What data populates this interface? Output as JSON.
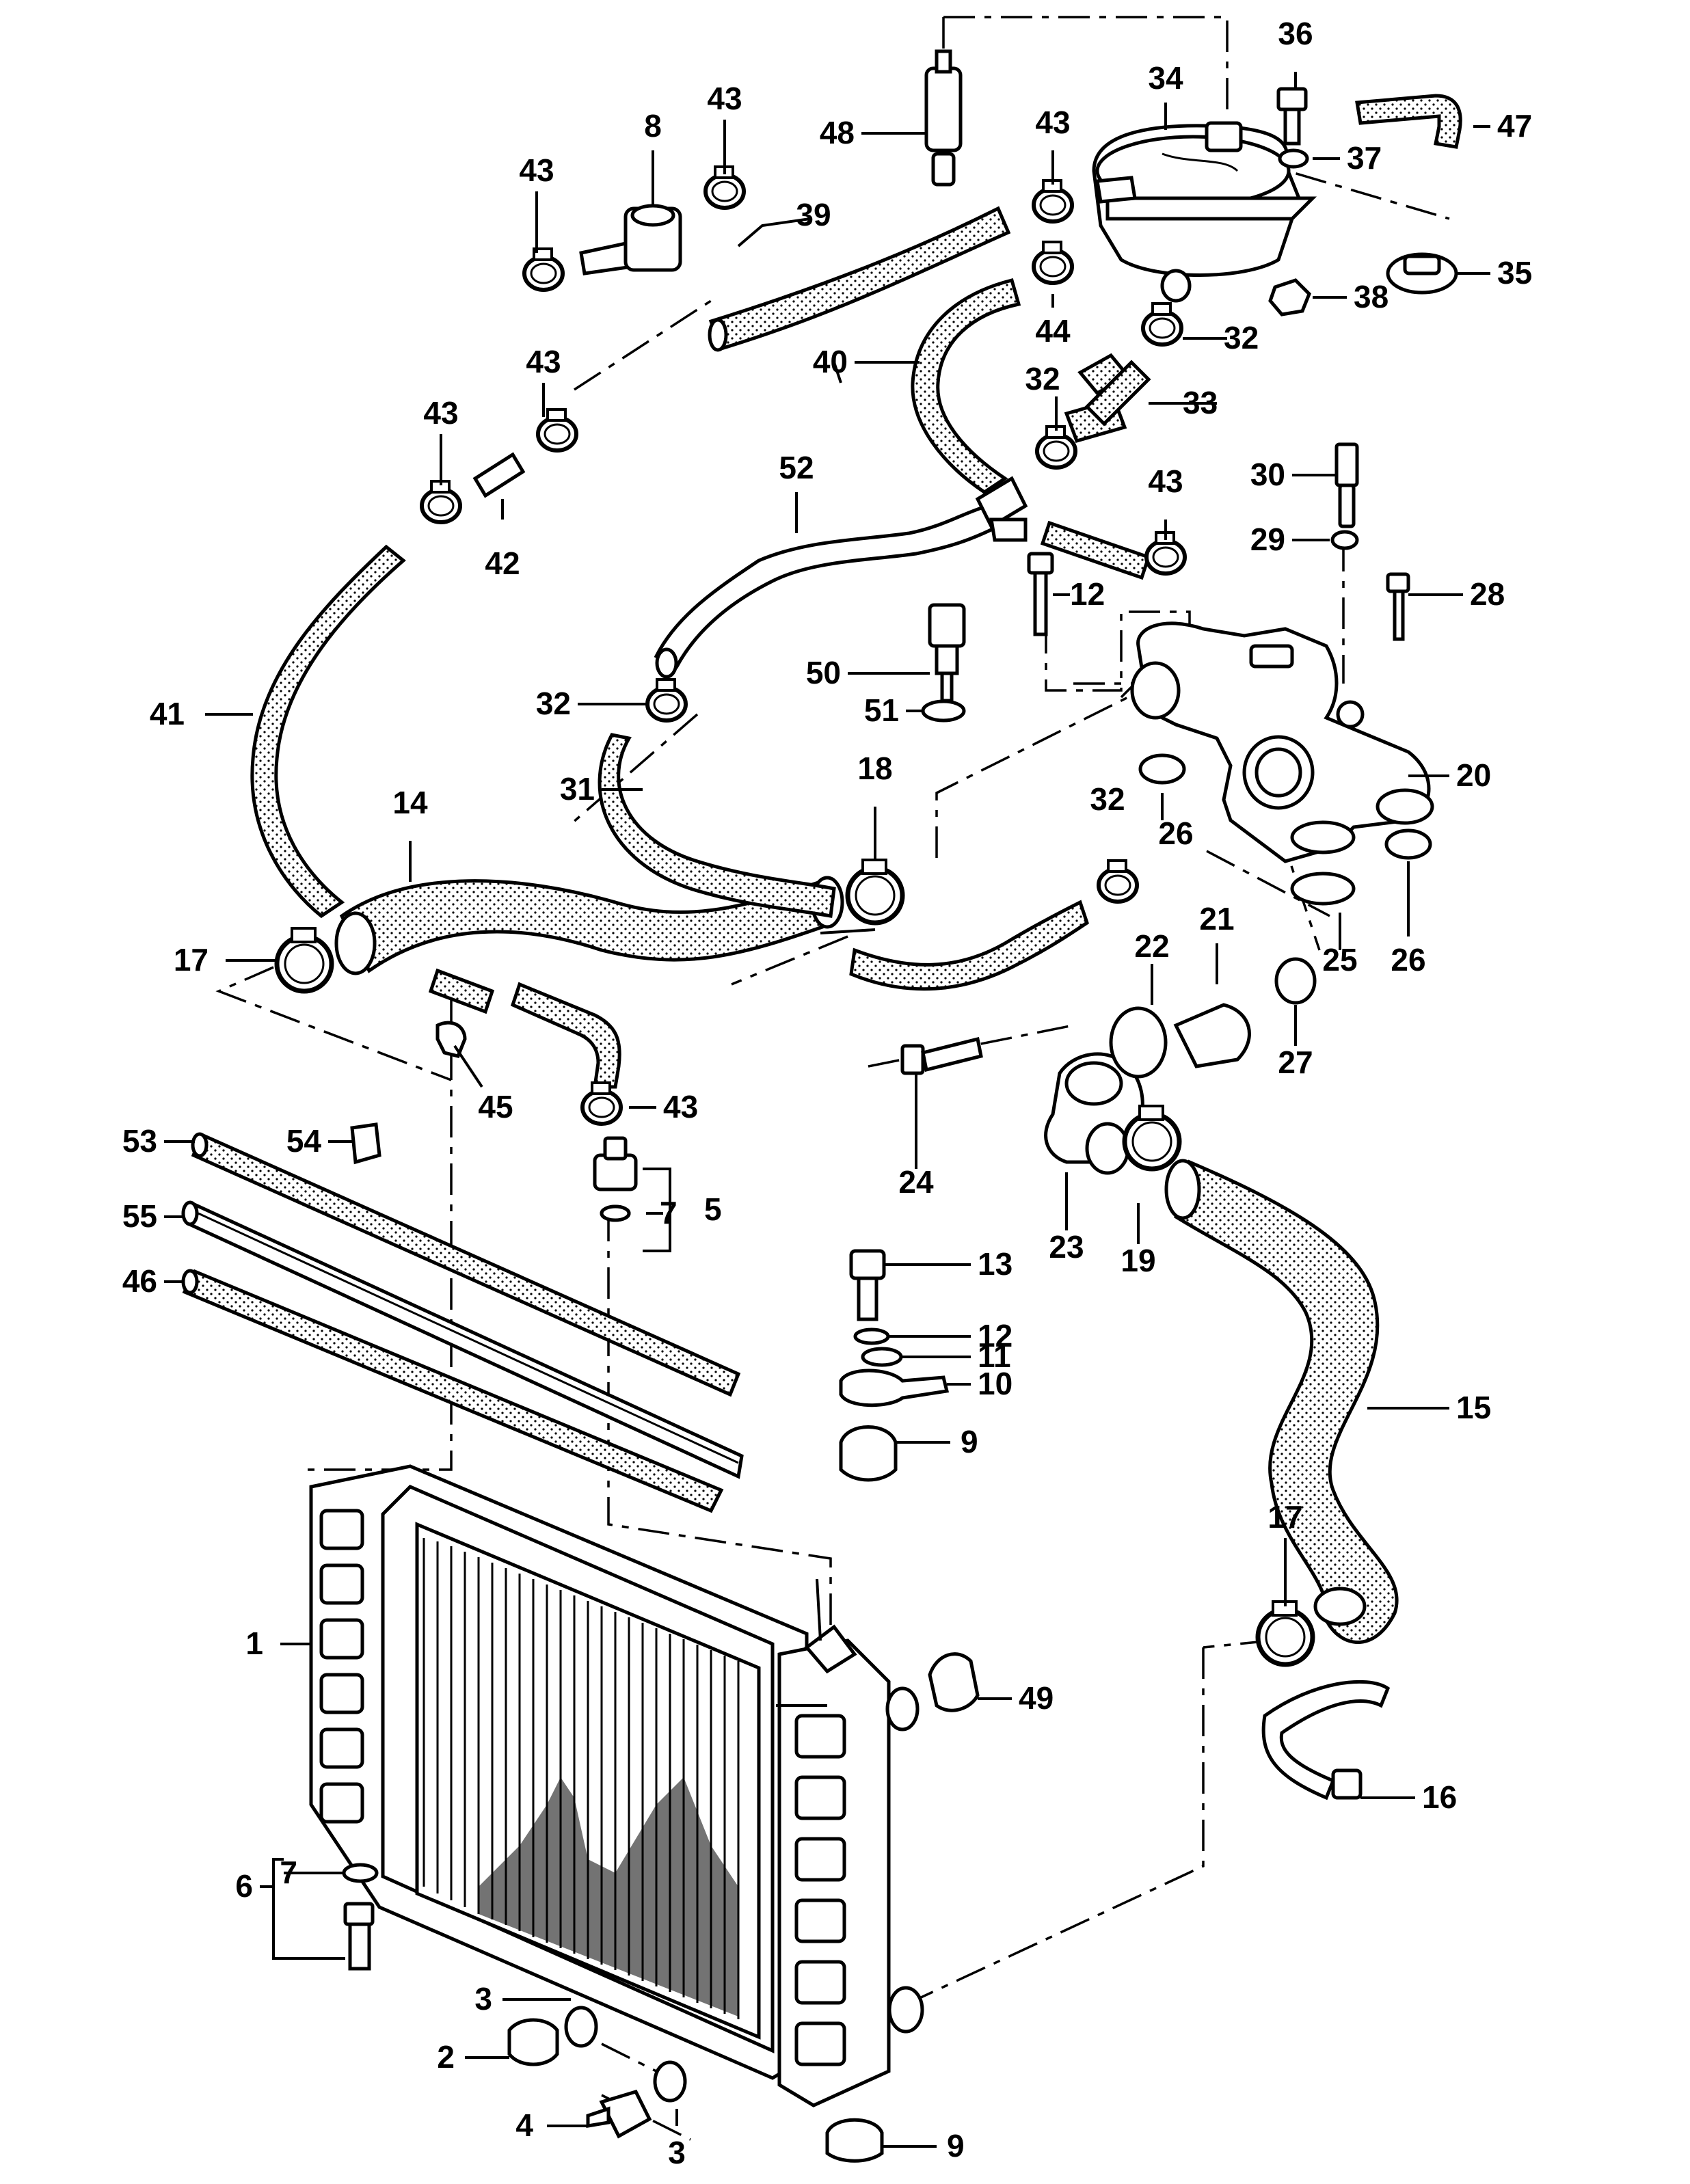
{
  "diagram": {
    "labels": [
      {
        "id": "p1",
        "text": "1"
      },
      {
        "id": "p2",
        "text": "2"
      },
      {
        "id": "p3a",
        "text": "3"
      },
      {
        "id": "p3b",
        "text": "3"
      },
      {
        "id": "p4",
        "text": "4"
      },
      {
        "id": "p5",
        "text": "5"
      },
      {
        "id": "p6",
        "text": "6"
      },
      {
        "id": "p7a",
        "text": "7"
      },
      {
        "id": "p7b",
        "text": "7"
      },
      {
        "id": "p8",
        "text": "8"
      },
      {
        "id": "p9a",
        "text": "9"
      },
      {
        "id": "p9b",
        "text": "9"
      },
      {
        "id": "p10",
        "text": "10"
      },
      {
        "id": "p11",
        "text": "11"
      },
      {
        "id": "p12a",
        "text": "12"
      },
      {
        "id": "p12b",
        "text": "12"
      },
      {
        "id": "p13",
        "text": "13"
      },
      {
        "id": "p14",
        "text": "14"
      },
      {
        "id": "p15",
        "text": "15"
      },
      {
        "id": "p16",
        "text": "16"
      },
      {
        "id": "p17a",
        "text": "17"
      },
      {
        "id": "p17b",
        "text": "17"
      },
      {
        "id": "p18",
        "text": "18"
      },
      {
        "id": "p19",
        "text": "19"
      },
      {
        "id": "p20",
        "text": "20"
      },
      {
        "id": "p21",
        "text": "21"
      },
      {
        "id": "p22",
        "text": "22"
      },
      {
        "id": "p23",
        "text": "23"
      },
      {
        "id": "p24",
        "text": "24"
      },
      {
        "id": "p25",
        "text": "25"
      },
      {
        "id": "p26a",
        "text": "26"
      },
      {
        "id": "p26b",
        "text": "26"
      },
      {
        "id": "p27",
        "text": "27"
      },
      {
        "id": "p28",
        "text": "28"
      },
      {
        "id": "p29",
        "text": "29"
      },
      {
        "id": "p30",
        "text": "30"
      },
      {
        "id": "p31",
        "text": "31"
      },
      {
        "id": "p32a",
        "text": "32"
      },
      {
        "id": "p32b",
        "text": "32"
      },
      {
        "id": "p32c",
        "text": "32"
      },
      {
        "id": "p32d",
        "text": "32"
      },
      {
        "id": "p33",
        "text": "33"
      },
      {
        "id": "p34",
        "text": "34"
      },
      {
        "id": "p35",
        "text": "35"
      },
      {
        "id": "p36",
        "text": "36"
      },
      {
        "id": "p37",
        "text": "37"
      },
      {
        "id": "p38",
        "text": "38"
      },
      {
        "id": "p39",
        "text": "39"
      },
      {
        "id": "p40",
        "text": "40"
      },
      {
        "id": "p41",
        "text": "41"
      },
      {
        "id": "p42",
        "text": "42"
      },
      {
        "id": "p43a",
        "text": "43"
      },
      {
        "id": "p43b",
        "text": "43"
      },
      {
        "id": "p43c",
        "text": "43"
      },
      {
        "id": "p43d",
        "text": "43"
      },
      {
        "id": "p43e",
        "text": "43"
      },
      {
        "id": "p43f",
        "text": "43"
      },
      {
        "id": "p43g",
        "text": "43"
      },
      {
        "id": "p44",
        "text": "44"
      },
      {
        "id": "p45",
        "text": "45"
      },
      {
        "id": "p46",
        "text": "46"
      },
      {
        "id": "p47",
        "text": "47"
      },
      {
        "id": "p48",
        "text": "48"
      },
      {
        "id": "p49",
        "text": "49"
      },
      {
        "id": "p50",
        "text": "50"
      },
      {
        "id": "p51",
        "text": "51"
      },
      {
        "id": "p52",
        "text": "52"
      },
      {
        "id": "p53",
        "text": "53"
      },
      {
        "id": "p54",
        "text": "54"
      },
      {
        "id": "p55",
        "text": "55"
      }
    ]
  }
}
